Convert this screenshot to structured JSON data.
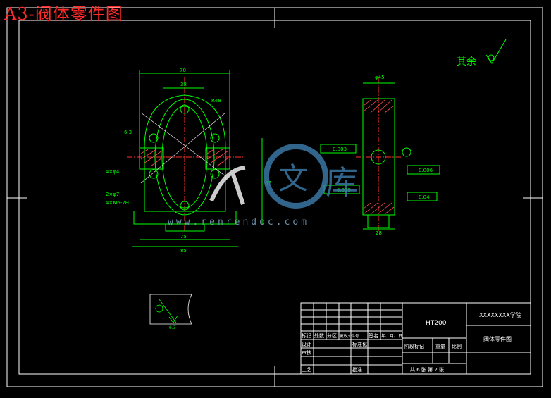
{
  "title": "A3-阀体零件图",
  "surface_note": "其余",
  "watermark": {
    "site": "www.renrendoc.com",
    "glyph_wen": "文",
    "glyph_ku": "库"
  },
  "front_view_dims": {
    "top_width": "70",
    "inner_width": "38",
    "bottom_width_a": "75",
    "bottom_width_b": "85",
    "hole_spec_a": "2×φ7",
    "hole_spec_b": "4×M6-7H",
    "hole_spec_c": "4×φ4",
    "height": "67",
    "side_a": "6.3",
    "side_b": "R48"
  },
  "side_view_dims": {
    "top": "φ45",
    "width": "28",
    "tol_a": "0.003",
    "tol_b": "0.015",
    "tol_c": "0.006",
    "tol_d": "0.04"
  },
  "detail_label": "6.3",
  "title_block": {
    "material": "HT200",
    "school": "XXXXXXXX学院",
    "part_name": "阀体零件图",
    "rev_headers": [
      "标记",
      "处数",
      "分区",
      "更改文件号",
      "签名",
      "年、月、日"
    ],
    "row_design": "设计",
    "row_std": "标准化",
    "row_review": "审核",
    "row_process": "工艺",
    "row_approve": "批准",
    "stage_label": "阶段标记",
    "weight_label": "重量",
    "scale_label": "比例",
    "sheet_info": "共 6 张  第 2 张"
  },
  "colors": {
    "line": "#00ff00",
    "frame": "#ffffff",
    "title": "#ff2a2a",
    "hatch": "#ff5050",
    "center": "#ff3030",
    "cyan": "#00c8ff"
  }
}
